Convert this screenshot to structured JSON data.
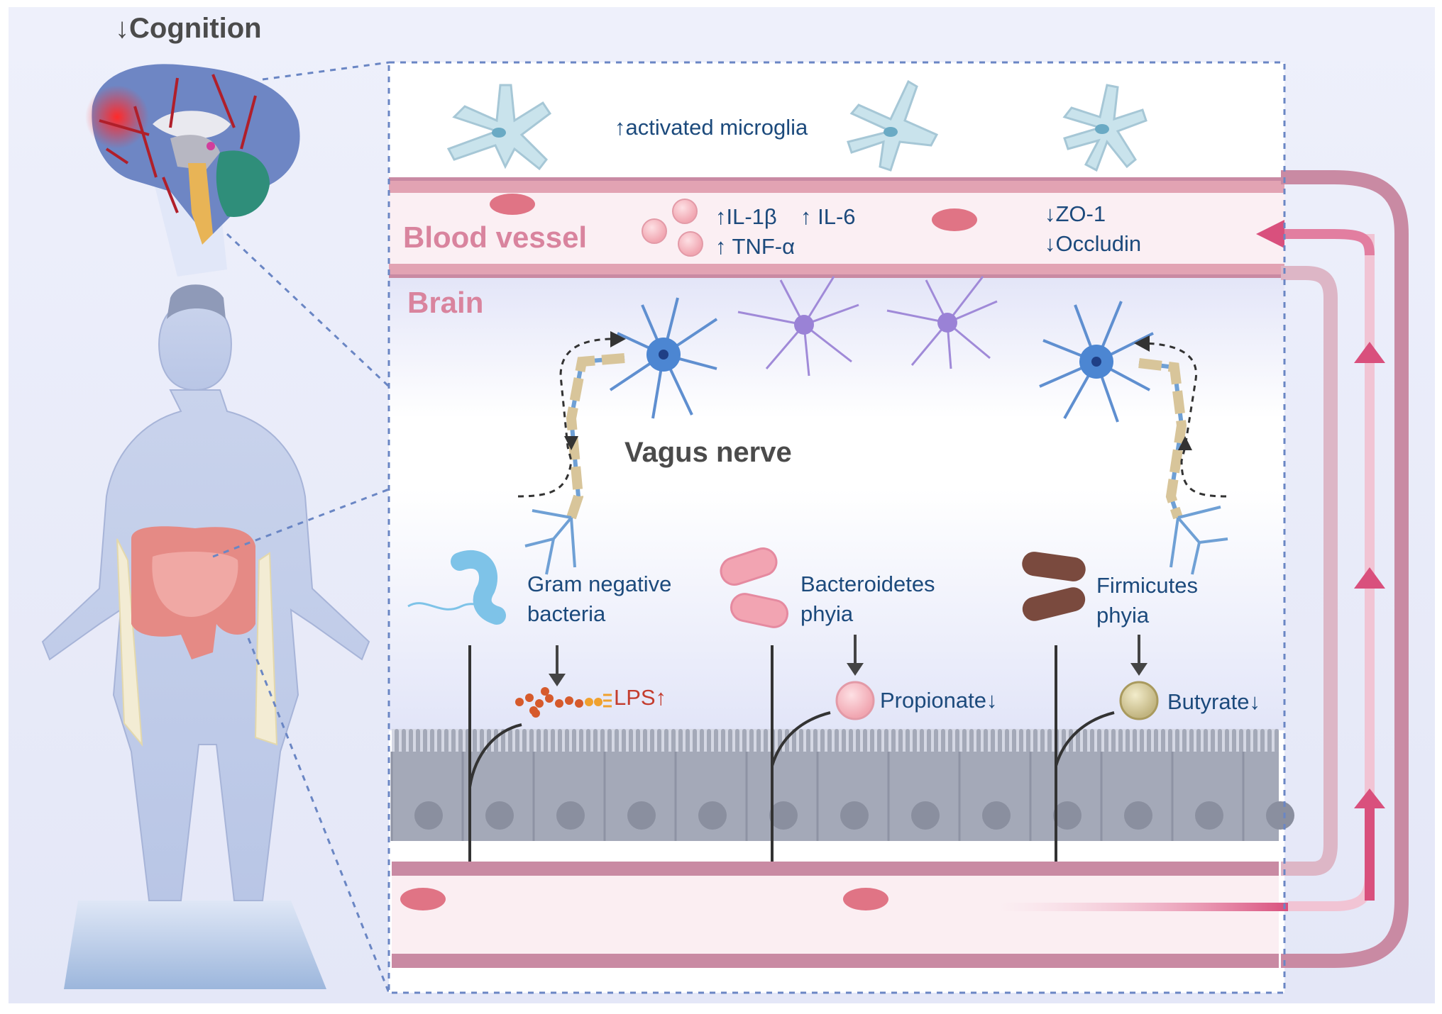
{
  "header": {
    "cognition": "↓Cognition"
  },
  "brain_panel": {
    "microglia_label": "↑activated microglia",
    "blood_vessel_label": "Blood vessel",
    "cytokines": {
      "il1b": "↑IL-1β",
      "il6": "↑ IL-6",
      "tnfa": "↑ TNF-α"
    },
    "tight_junctions": {
      "zo1": "↓ZO-1",
      "occludin": "↓Occludin"
    },
    "brain_label": "Brain",
    "vagus_label": "Vagus nerve"
  },
  "gut_panel": {
    "gram_negative": {
      "line1": "Gram negative",
      "line2": "bacteria"
    },
    "bacteroidetes": {
      "line1": "Bacteroidetes",
      "line2": "phyia"
    },
    "firmicutes": {
      "line1": "Firmicutes",
      "line2": "phyia"
    },
    "lps": "LPS↑",
    "propionate": "Propionate↓",
    "butyrate": "Butyrate↓"
  },
  "colors": {
    "navy_text": "#1c4a7c",
    "vessel_pink": "#c98aa3",
    "arrow_pink": "#d9507d",
    "label_pink": "#d9849e",
    "lps_red": "#c43c2e",
    "epithelium": "#a4a9b8",
    "background": "#e9ebf9"
  }
}
